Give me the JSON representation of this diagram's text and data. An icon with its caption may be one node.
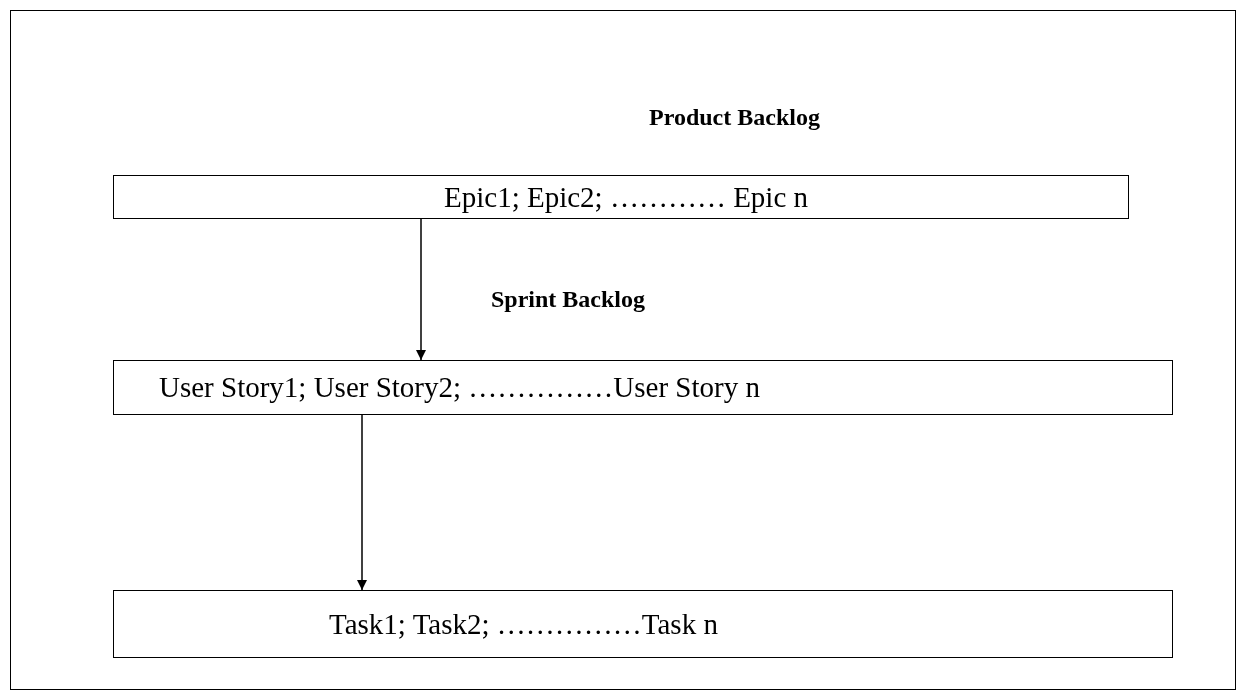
{
  "diagram": {
    "nodes": [
      {
        "text": [
          "Product Backlog",
          "Epic1; Epic2; ………… Epic n"
        ]
      },
      {
        "text": [
          "Sprint Backlog",
          "User Story1; User Story2; ……………User Story n"
        ]
      },
      {
        "text": [
          "Task1; Task2; ……………Task n"
        ]
      }
    ],
    "edges": [
      {
        "from": 0,
        "to": 1,
        "arrow": "to"
      },
      {
        "from": 1,
        "to": 2,
        "arrow": "to"
      }
    ]
  }
}
